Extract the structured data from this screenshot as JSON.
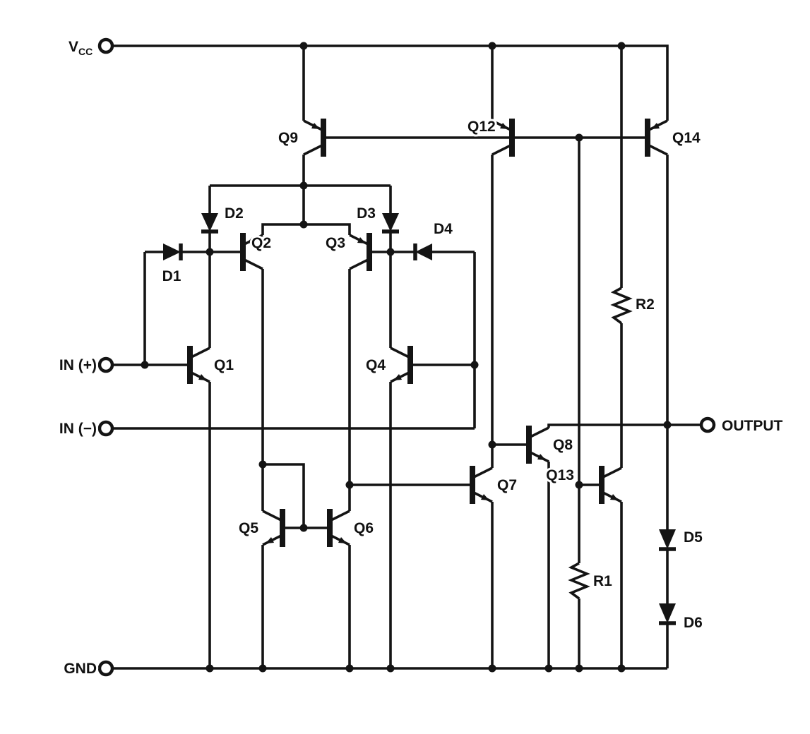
{
  "terminals": {
    "vcc_main": "V",
    "vcc_sub": "CC",
    "in_plus": "IN (+)",
    "in_minus": "IN (−)",
    "gnd": "GND",
    "output": "OUTPUT"
  },
  "transistors": {
    "q1": "Q1",
    "q2": "Q2",
    "q3": "Q3",
    "q4": "Q4",
    "q5": "Q5",
    "q6": "Q6",
    "q7": "Q7",
    "q8": "Q8",
    "q9": "Q9",
    "q12": "Q12",
    "q13": "Q13",
    "q14": "Q14"
  },
  "diodes": {
    "d1": "D1",
    "d2": "D2",
    "d3": "D3",
    "d4": "D4",
    "d5": "D5",
    "d6": "D6"
  },
  "resistors": {
    "r1": "R1",
    "r2": "R2"
  },
  "colors": {
    "ink": "#141414",
    "paper": "#ffffff"
  }
}
